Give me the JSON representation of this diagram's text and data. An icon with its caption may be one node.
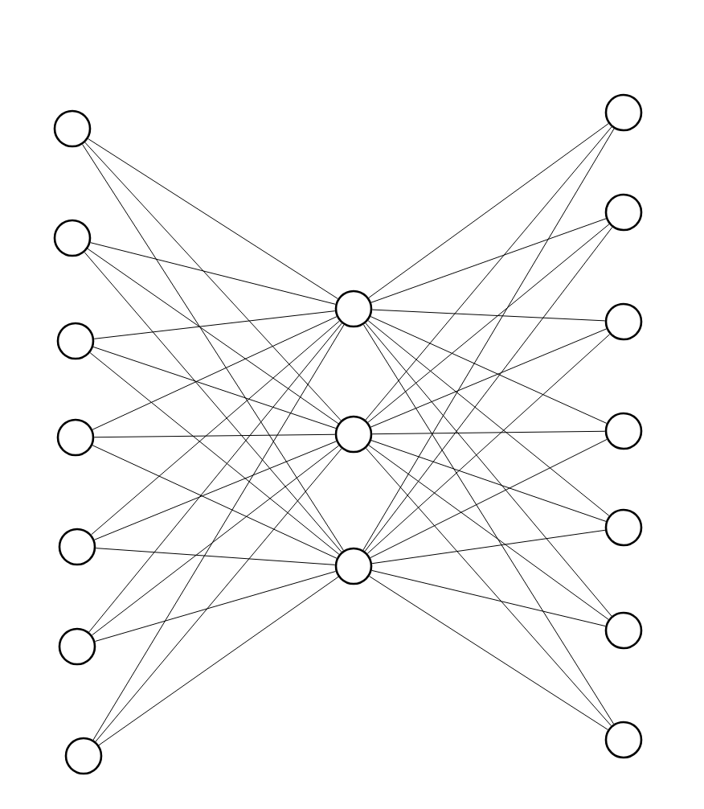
{
  "diagram": {
    "nodes": [
      {
        "text": [],
        "shape": "circle"
      },
      {
        "text": [],
        "shape": "circle"
      },
      {
        "text": [],
        "shape": "circle"
      },
      {
        "text": [],
        "shape": "circle"
      },
      {
        "text": [],
        "shape": "circle"
      },
      {
        "text": [],
        "shape": "circle"
      },
      {
        "text": [],
        "shape": "circle"
      },
      {
        "text": [],
        "shape": "circle"
      },
      {
        "text": [],
        "shape": "circle"
      },
      {
        "text": [],
        "shape": "circle"
      },
      {
        "text": [],
        "shape": "circle"
      },
      {
        "text": [],
        "shape": "circle"
      },
      {
        "text": [],
        "shape": "circle"
      },
      {
        "text": [],
        "shape": "circle"
      },
      {
        "text": [],
        "shape": "circle"
      },
      {
        "text": [],
        "shape": "circle"
      },
      {
        "text": [],
        "shape": "circle"
      }
    ],
    "edges": [
      {
        "from": 0,
        "to": 7,
        "arrow": "none"
      },
      {
        "from": 0,
        "to": 8,
        "arrow": "none"
      },
      {
        "from": 0,
        "to": 9,
        "arrow": "none"
      },
      {
        "from": 1,
        "to": 7,
        "arrow": "none"
      },
      {
        "from": 1,
        "to": 8,
        "arrow": "none"
      },
      {
        "from": 1,
        "to": 9,
        "arrow": "none"
      },
      {
        "from": 2,
        "to": 7,
        "arrow": "none"
      },
      {
        "from": 2,
        "to": 8,
        "arrow": "none"
      },
      {
        "from": 2,
        "to": 9,
        "arrow": "none"
      },
      {
        "from": 3,
        "to": 7,
        "arrow": "none"
      },
      {
        "from": 3,
        "to": 8,
        "arrow": "none"
      },
      {
        "from": 3,
        "to": 9,
        "arrow": "none"
      },
      {
        "from": 4,
        "to": 7,
        "arrow": "none"
      },
      {
        "from": 4,
        "to": 8,
        "arrow": "none"
      },
      {
        "from": 4,
        "to": 9,
        "arrow": "none"
      },
      {
        "from": 5,
        "to": 7,
        "arrow": "none"
      },
      {
        "from": 5,
        "to": 8,
        "arrow": "none"
      },
      {
        "from": 5,
        "to": 9,
        "arrow": "none"
      },
      {
        "from": 6,
        "to": 7,
        "arrow": "none"
      },
      {
        "from": 6,
        "to": 8,
        "arrow": "none"
      },
      {
        "from": 6,
        "to": 9,
        "arrow": "none"
      },
      {
        "from": 7,
        "to": 10,
        "arrow": "none"
      },
      {
        "from": 7,
        "to": 11,
        "arrow": "none"
      },
      {
        "from": 7,
        "to": 12,
        "arrow": "none"
      },
      {
        "from": 7,
        "to": 13,
        "arrow": "none"
      },
      {
        "from": 7,
        "to": 14,
        "arrow": "none"
      },
      {
        "from": 7,
        "to": 15,
        "arrow": "none"
      },
      {
        "from": 7,
        "to": 16,
        "arrow": "none"
      },
      {
        "from": 8,
        "to": 10,
        "arrow": "none"
      },
      {
        "from": 8,
        "to": 11,
        "arrow": "none"
      },
      {
        "from": 8,
        "to": 12,
        "arrow": "none"
      },
      {
        "from": 8,
        "to": 13,
        "arrow": "none"
      },
      {
        "from": 8,
        "to": 14,
        "arrow": "none"
      },
      {
        "from": 8,
        "to": 15,
        "arrow": "none"
      },
      {
        "from": 8,
        "to": 16,
        "arrow": "none"
      },
      {
        "from": 9,
        "to": 10,
        "arrow": "none"
      },
      {
        "from": 9,
        "to": 11,
        "arrow": "none"
      },
      {
        "from": 9,
        "to": 12,
        "arrow": "none"
      },
      {
        "from": 9,
        "to": 13,
        "arrow": "none"
      },
      {
        "from": 9,
        "to": 14,
        "arrow": "none"
      },
      {
        "from": 9,
        "to": 15,
        "arrow": "none"
      },
      {
        "from": 9,
        "to": 16,
        "arrow": "none"
      }
    ]
  }
}
